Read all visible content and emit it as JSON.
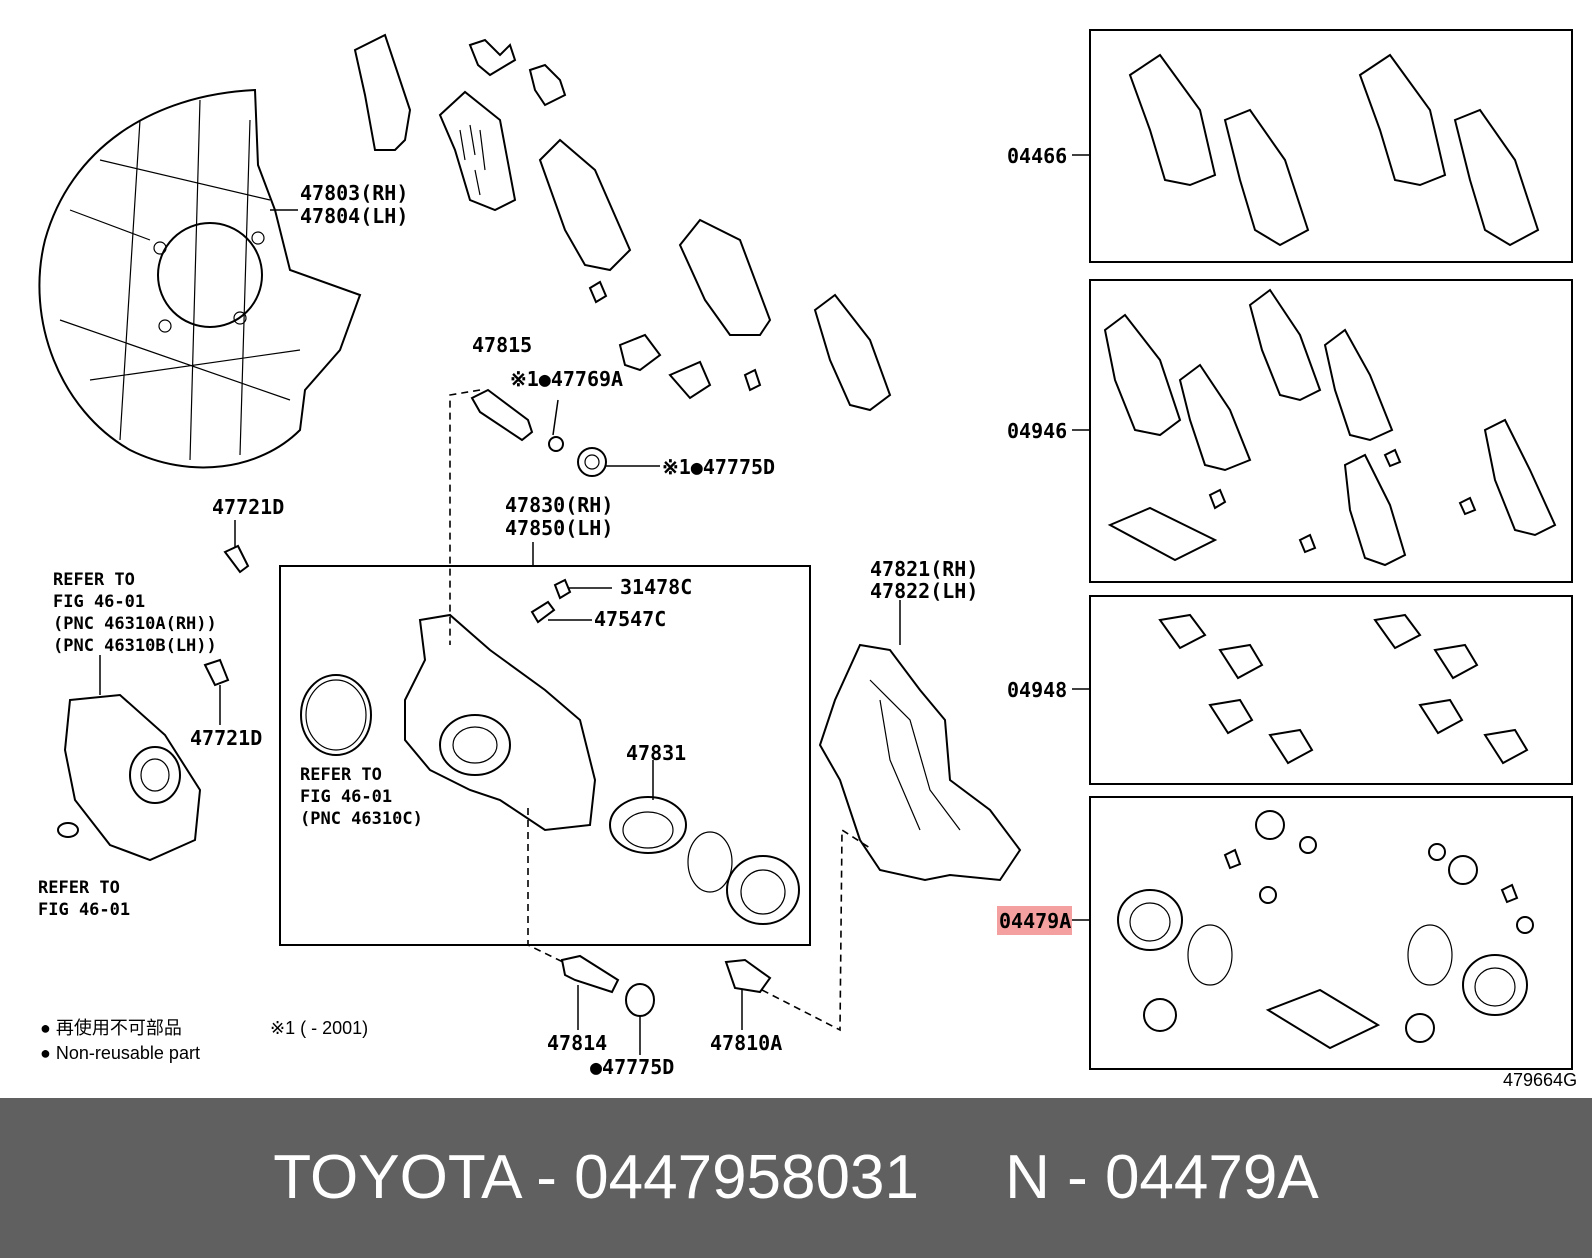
{
  "labels": {
    "p47803": "47803(RH)",
    "p47804": "47804(LH)",
    "p47815": "47815",
    "p47769A": "※1●47769A",
    "p47775D_upper": "※1●47775D",
    "p47721D_a": "47721D",
    "p47721D_b": "47721D",
    "p47830": "47830(RH)",
    "p47850": "47850(LH)",
    "p31478C": "31478C",
    "p47547C": "47547C",
    "p47831": "47831",
    "p47821": "47821(RH)",
    "p47822": "47822(LH)",
    "p47814": "47814",
    "p47775D_lower": "●47775D",
    "p47810A": "47810A",
    "kit_04466": "04466",
    "kit_04946": "04946",
    "kit_04948": "04948",
    "kit_04479A": "04479A",
    "figure_id": "479664G"
  },
  "refer_left": [
    "REFER TO",
    "FIG 46-01",
    "(PNC 46310A(RH))",
    "(PNC 46310B(LH))"
  ],
  "refer_box": [
    "REFER TO",
    "FIG 46-01",
    "(PNC 46310C)"
  ],
  "refer_bottom": [
    "REFER TO",
    "FIG 46-01"
  ],
  "legend": {
    "line1": "● 再使用不可部品",
    "note1": "※1 (        - 2001)",
    "line2": "● Non-reusable part"
  },
  "highlight_color": "#f4a0a0",
  "footer": {
    "text": "TOYOTA - 0447958031     N - 04479A",
    "background": "#606060"
  }
}
